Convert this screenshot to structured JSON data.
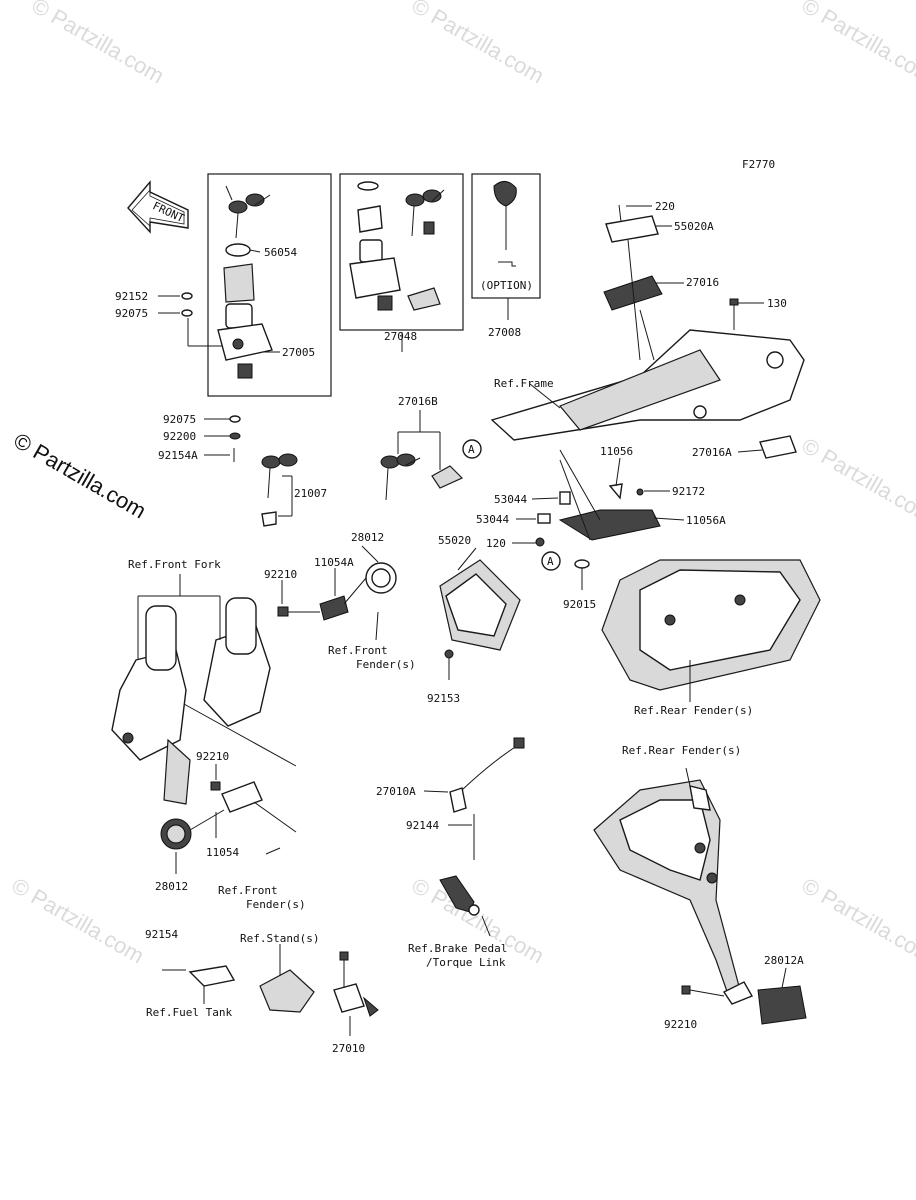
{
  "figure_code": "F2770",
  "watermark": "© Partzilla.com",
  "front_arrow": "FRONT",
  "option_label": "(OPTION)",
  "circle_ref": "A",
  "parts": {
    "p220": "220",
    "p55020A": "55020A",
    "p27016": "27016",
    "p130": "130",
    "p56054": "56054",
    "p92152": "92152",
    "p92075a": "92075",
    "p27005": "27005",
    "p27048": "27048",
    "p27008": "27008",
    "p92075b": "92075",
    "p92200": "92200",
    "p92154A": "92154A",
    "p21007": "21007",
    "p27016B": "27016B",
    "p27016A": "27016A",
    "p11056": "11056",
    "p53044a": "53044",
    "p53044b": "53044",
    "p92172": "92172",
    "p11056A": "11056A",
    "p120": "120",
    "p28012a": "28012",
    "p11054A": "11054A",
    "p92210a": "92210",
    "p55020": "55020",
    "p92015": "92015",
    "p92153": "92153",
    "p92210b": "92210",
    "p11054": "11054",
    "p28012b": "28012",
    "p27010A": "27010A",
    "p92144": "92144",
    "p92154": "92154",
    "p27010": "27010",
    "p28012A": "28012A",
    "p92210c": "92210"
  },
  "refs": {
    "frame": "Ref.Frame",
    "front_fork": "Ref.Front Fork",
    "front_fender_1a": "Ref.Front",
    "front_fender_1b": "Fender(s)",
    "rear_fender_1": "Ref.Rear Fender(s)",
    "rear_fender_2": "Ref.Rear Fender(s)",
    "front_fender_2a": "Ref.Front",
    "front_fender_2b": "Fender(s)",
    "brake_pedal_a": "Ref.Brake Pedal",
    "brake_pedal_b": "/Torque Link",
    "stand": "Ref.Stand(s)",
    "fuel_tank": "Ref.Fuel Tank"
  }
}
